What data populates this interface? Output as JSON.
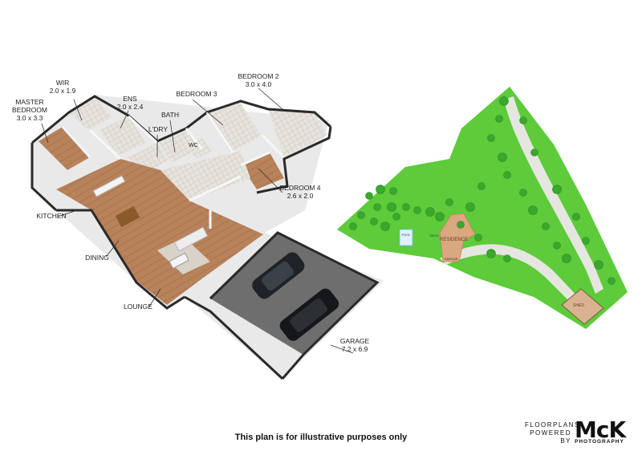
{
  "floorplan": {
    "rooms": [
      {
        "id": "wir",
        "name": "WIR",
        "dims": "2.0 x 1.9"
      },
      {
        "id": "ens",
        "name": "ENS",
        "dims": "2.0 x 2.4"
      },
      {
        "id": "master",
        "name": "MASTER BEDROOM",
        "name_lines": [
          "MASTER",
          "BEDROOM"
        ],
        "dims": "3.0 x 3.3"
      },
      {
        "id": "bedroom3",
        "name": "BEDROOM 3",
        "dims": ""
      },
      {
        "id": "bedroom2",
        "name": "BEDROOM 2",
        "dims": "3.0 x 4.0"
      },
      {
        "id": "bath",
        "name": "BATH",
        "dims": ""
      },
      {
        "id": "laundry",
        "name": "L'DRY",
        "dims": ""
      },
      {
        "id": "wc",
        "name": "WC",
        "dims": ""
      },
      {
        "id": "bedroom4",
        "name": "BEDROOM 4",
        "dims": "2.6 x 2.0"
      },
      {
        "id": "kitchen",
        "name": "KITCHEN",
        "dims": ""
      },
      {
        "id": "dining",
        "name": "DINING",
        "dims": ""
      },
      {
        "id": "lounge",
        "name": "LOUNGE",
        "dims": ""
      },
      {
        "id": "garage",
        "name": "GARAGE",
        "dims": "7.2 x 6.9"
      }
    ]
  },
  "siteplan": {
    "labels": {
      "residence": "RESIDENCE",
      "pool": "POOL",
      "shed": "SHED",
      "deck": "DECK",
      "garage": "GARAGE"
    },
    "colors": {
      "grass": "#5dcb3a",
      "tree": "#3aa72d",
      "driveway": "#e6e6e0",
      "building": "#d9a880",
      "shed": "#d9b391"
    }
  },
  "footer": {
    "disclaimer": "This plan is for illustrative purposes only",
    "brand_prefix_1": "FLOORPLANS",
    "brand_prefix_2": "POWERED BY",
    "brand_logo": "McK",
    "brand_sub": "PHOTOGRAPHY"
  }
}
